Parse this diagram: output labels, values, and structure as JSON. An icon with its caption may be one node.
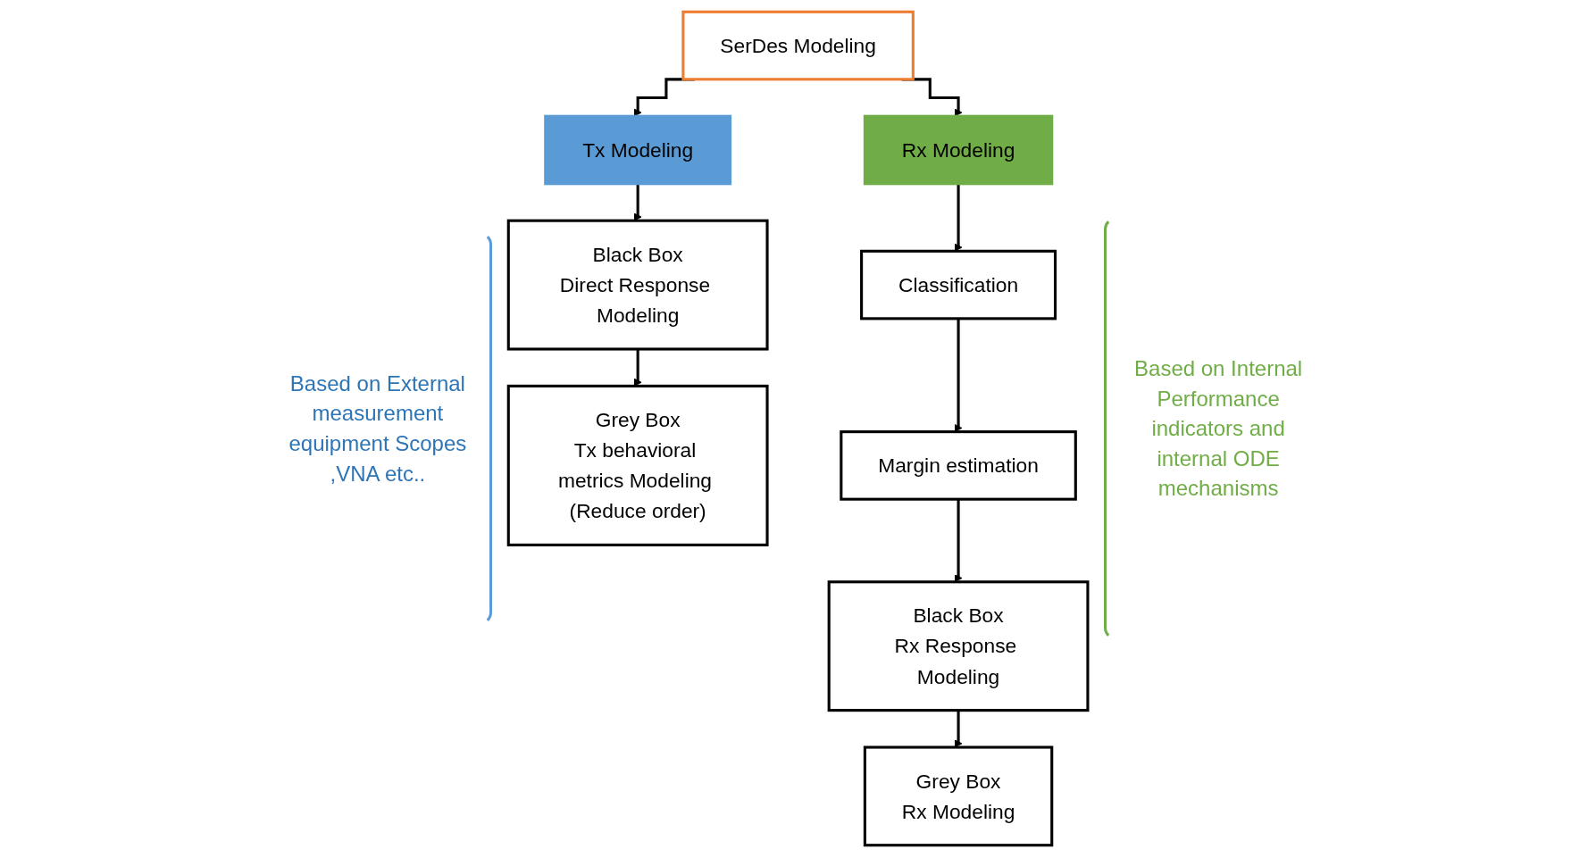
{
  "diagram": {
    "nodes": [
      {
        "text": [
          "SerDes Modeling"
        ]
      },
      {
        "text": [
          "Tx Modeling"
        ]
      },
      {
        "text": [
          "Black Box",
          "Direct Response Modeling"
        ]
      },
      {
        "text": [
          "Grey Box",
          "Tx behavioral metrics Modeling (Reduce order)"
        ]
      },
      {
        "text": [
          "Rx Modeling"
        ]
      },
      {
        "text": [
          "Classification"
        ]
      },
      {
        "text": [
          "Margin estimation"
        ]
      },
      {
        "text": [
          "Black Box",
          "Rx Response Modeling"
        ]
      },
      {
        "text": [
          "Grey Box",
          "Rx Modeling"
        ]
      }
    ],
    "edges": [
      {
        "from": 0,
        "to": 1,
        "arrow": "to"
      },
      {
        "from": 0,
        "to": 4,
        "arrow": "to"
      },
      {
        "from": 1,
        "to": 2,
        "arrow": "to"
      },
      {
        "from": 2,
        "to": 3,
        "arrow": "to"
      },
      {
        "from": 4,
        "to": 5,
        "arrow": "to"
      },
      {
        "from": 5,
        "to": 6,
        "arrow": "to"
      },
      {
        "from": 6,
        "to": 7,
        "arrow": "to"
      },
      {
        "from": 7,
        "to": 8,
        "arrow": "to"
      }
    ],
    "labels": [
      "Based on External measurement equipment Scopes ,VNA etc..",
      "Based on Internal Performance indicators and internal ODE mechanisms"
    ]
  }
}
